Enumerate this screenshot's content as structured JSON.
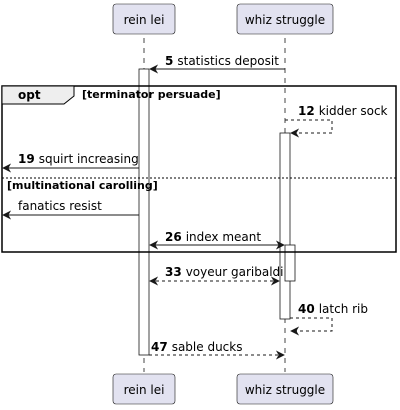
{
  "colors": {
    "participant_fill": "#E2E2F0",
    "participant_border": "#181818",
    "lifeline": "#181818",
    "activation_fill": "#FFFFFF",
    "line": "#181818"
  },
  "participants": [
    {
      "id": "rein",
      "label": "rein lei"
    },
    {
      "id": "whiz",
      "label": "whiz struggle"
    }
  ],
  "fragment": {
    "operator": "opt",
    "conditions": [
      "[terminator persuade]",
      "[multinational carolling]"
    ]
  },
  "messages": [
    {
      "num": "5",
      "text": "statistics deposit",
      "from": "whiz",
      "to": "rein",
      "style": "solid"
    },
    {
      "num": "12",
      "text": "kidder sock",
      "from": "whiz",
      "to": "whiz",
      "style": "dashed"
    },
    {
      "num": "19",
      "text": "squirt increasing",
      "from": "rein",
      "to": "left",
      "style": "solid"
    },
    {
      "num": "",
      "text": "fanatics resist",
      "from": "rein",
      "to": "left",
      "style": "solid"
    },
    {
      "num": "26",
      "text": "index meant",
      "from": "rein",
      "to": "whiz",
      "style": "solid",
      "both": true
    },
    {
      "num": "33",
      "text": "voyeur garibaldi",
      "from": "whiz",
      "to": "rein",
      "style": "dashed",
      "both": true
    },
    {
      "num": "40",
      "text": "latch rib",
      "from": "whiz",
      "to": "whiz",
      "style": "dashed"
    },
    {
      "num": "47",
      "text": "sable ducks",
      "from": "rein",
      "to": "whiz",
      "style": "dashed"
    }
  ]
}
